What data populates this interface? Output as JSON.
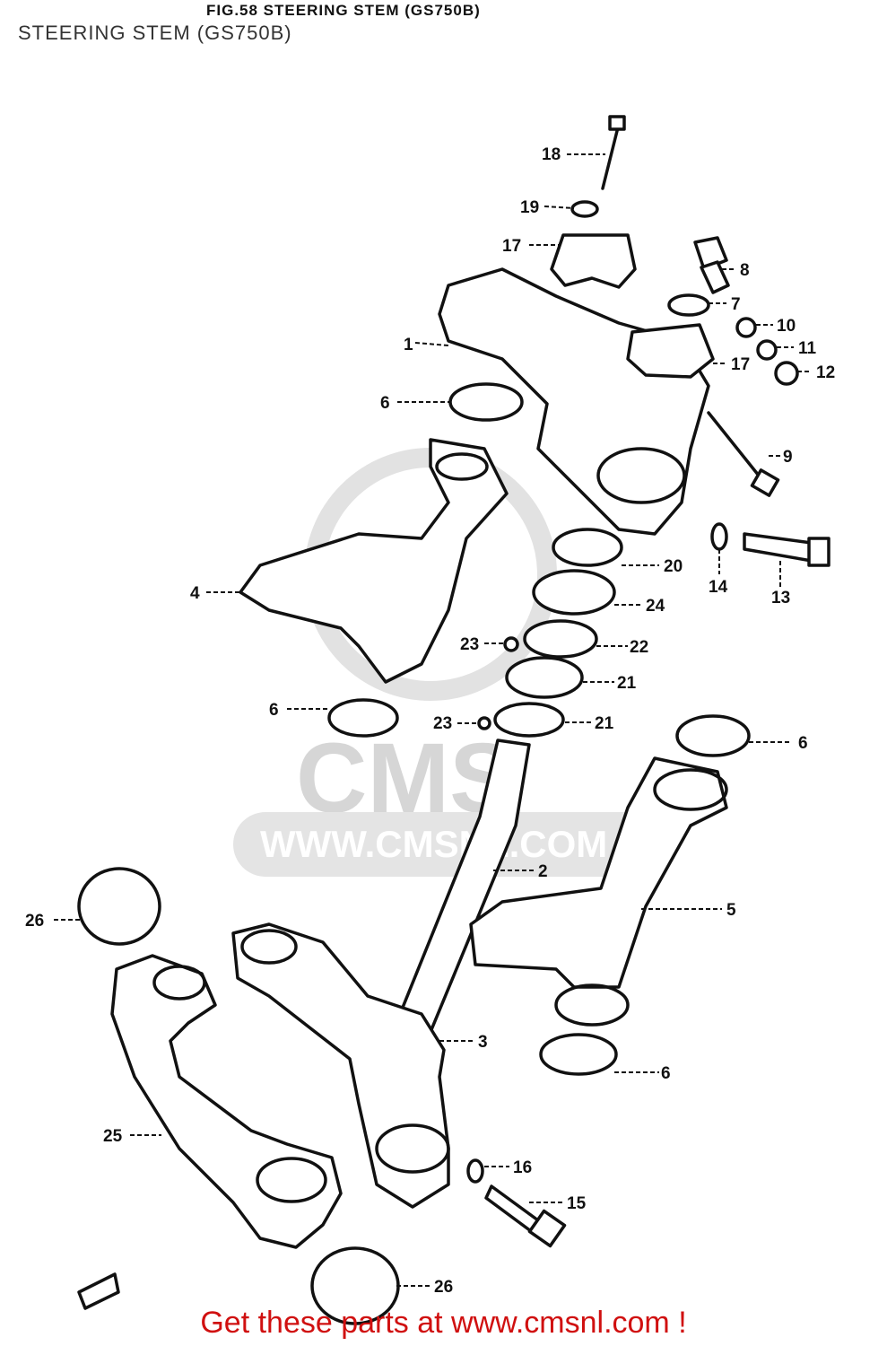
{
  "header": {
    "figure_title": "FIG.58   STEERING STEM (GS750B)",
    "page_title": "STEERING STEM (GS750B)"
  },
  "watermark": {
    "url": "WWW.CMSNL.COM",
    "logo": "CMS"
  },
  "callouts": [
    {
      "id": "c18",
      "label": "18"
    },
    {
      "id": "c19",
      "label": "19"
    },
    {
      "id": "c17a",
      "label": "17"
    },
    {
      "id": "c8",
      "label": "8"
    },
    {
      "id": "c7",
      "label": "7"
    },
    {
      "id": "c10",
      "label": "10"
    },
    {
      "id": "c11",
      "label": "11"
    },
    {
      "id": "c12",
      "label": "12"
    },
    {
      "id": "c1",
      "label": "1"
    },
    {
      "id": "c17b",
      "label": "17"
    },
    {
      "id": "c6a",
      "label": "6"
    },
    {
      "id": "c9",
      "label": "9"
    },
    {
      "id": "c4",
      "label": "4"
    },
    {
      "id": "c20",
      "label": "20"
    },
    {
      "id": "c14",
      "label": "14"
    },
    {
      "id": "c13",
      "label": "13"
    },
    {
      "id": "c24",
      "label": "24"
    },
    {
      "id": "c23a",
      "label": "23"
    },
    {
      "id": "c22",
      "label": "22"
    },
    {
      "id": "c21a",
      "label": "21"
    },
    {
      "id": "c6b",
      "label": "6"
    },
    {
      "id": "c23b",
      "label": "23"
    },
    {
      "id": "c21b",
      "label": "21"
    },
    {
      "id": "c6c",
      "label": "6"
    },
    {
      "id": "c2",
      "label": "2"
    },
    {
      "id": "c26a",
      "label": "26"
    },
    {
      "id": "c5",
      "label": "5"
    },
    {
      "id": "c3",
      "label": "3"
    },
    {
      "id": "c6d",
      "label": "6"
    },
    {
      "id": "c25",
      "label": "25"
    },
    {
      "id": "c16",
      "label": "16"
    },
    {
      "id": "c15",
      "label": "15"
    },
    {
      "id": "c26b",
      "label": "26"
    }
  ],
  "footer": {
    "text": "Get these parts at www.cmsnl.com !"
  }
}
